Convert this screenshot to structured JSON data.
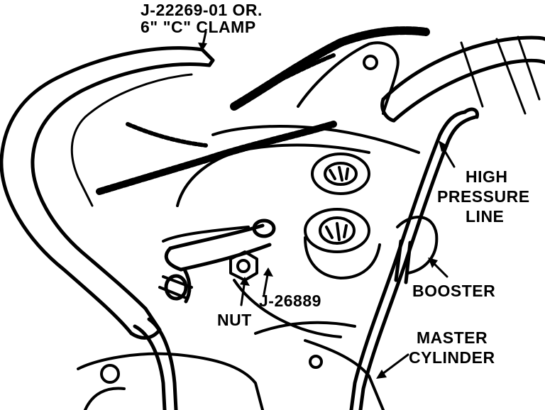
{
  "labels": {
    "clamp_line1": "J-22269-01 OR.",
    "clamp_line2": "6\" \"C\" CLAMP",
    "high_pressure_line1": "HIGH",
    "high_pressure_line2": "PRESSURE",
    "high_pressure_line3": "LINE",
    "booster": "BOOSTER",
    "tool": "J-26889",
    "nut": "NUT",
    "master_line1": "MASTER",
    "master_line2": "CYLINDER"
  },
  "colors": {
    "ink": "#000000",
    "paper": "#ffffff"
  }
}
